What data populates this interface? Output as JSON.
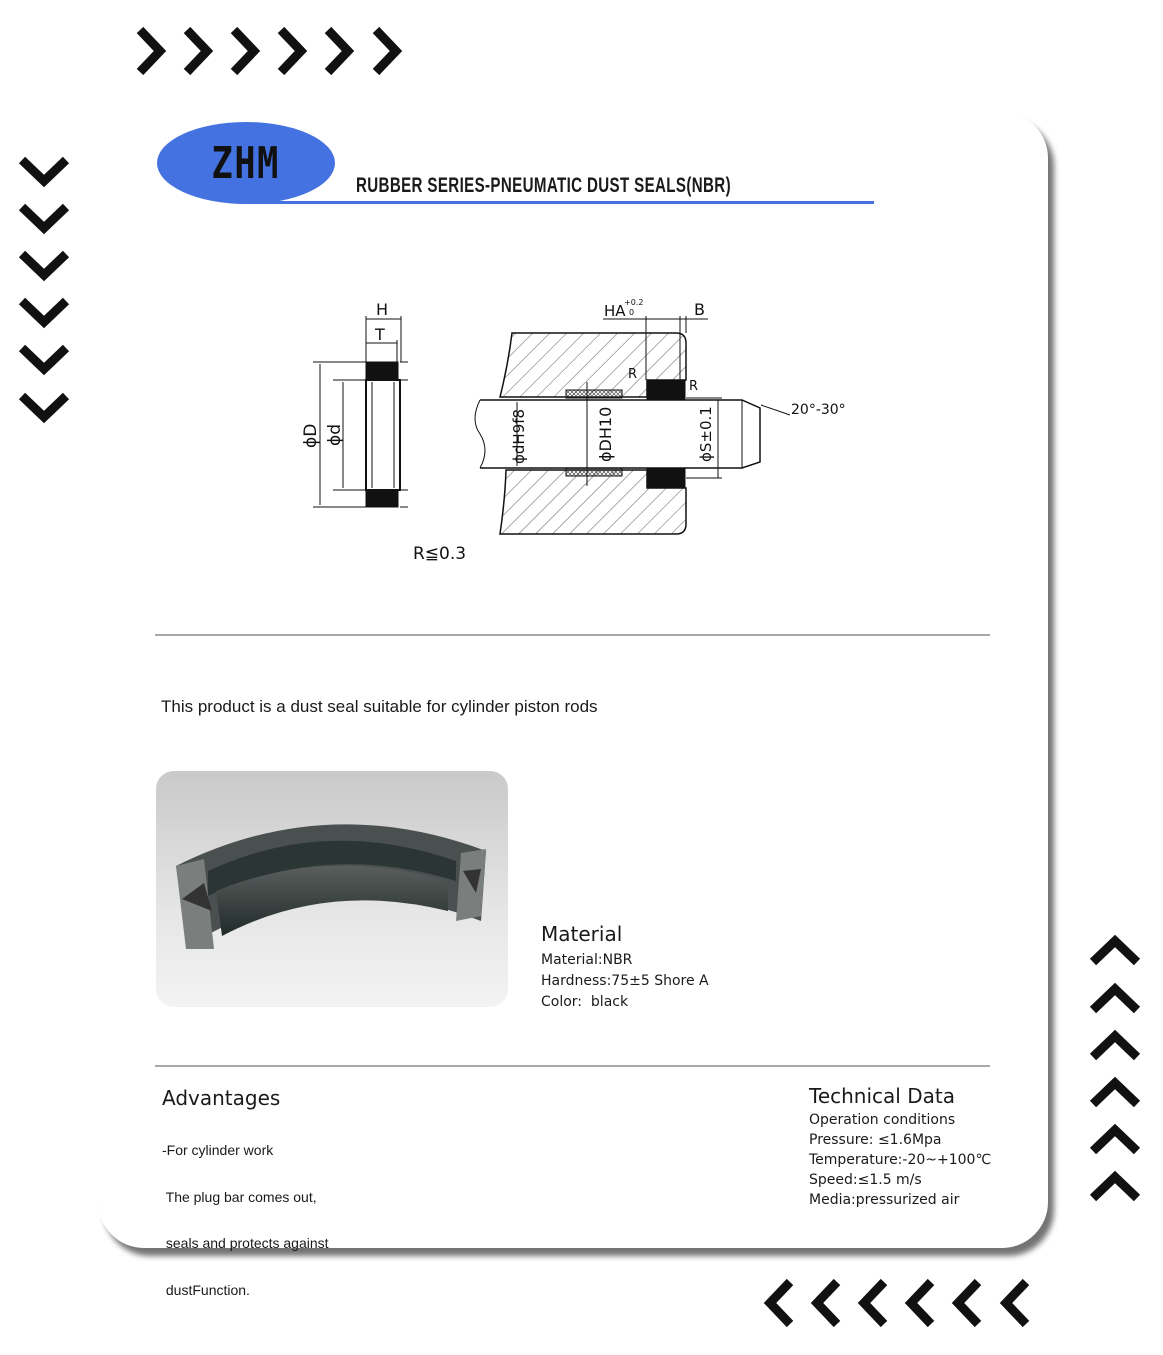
{
  "header": {
    "logo_text": "ZHM",
    "title": "RUBBER SERIES-PNEUMATIC DUST SEALS(NBR)",
    "accent_color": "#4472e0"
  },
  "drawing": {
    "label_H": "H",
    "label_T": "T",
    "label_D": "ϕD",
    "label_d": "ϕd",
    "label_HA": "HA",
    "label_HA_tol_upper": "+0.2",
    "label_HA_tol_lower": "0",
    "label_B": "B",
    "label_R1": "R",
    "label_R2": "R",
    "label_angle": "20°-30°",
    "label_dH9f8": "ϕdH9f8",
    "label_DH10": "ϕDH10",
    "label_S": "ϕS±0.1",
    "label_radius": "R≦0.3"
  },
  "description": "This product is a dust seal suitable for cylinder piston rods",
  "material": {
    "heading": "Material",
    "lines": [
      "Material:NBR",
      "Hardness:75±5 Shore A",
      "Color:  black"
    ]
  },
  "advantages": {
    "heading": "Advantages",
    "lines": [
      "-For cylinder work",
      " The plug bar comes out,",
      " seals and protects against",
      " dustFunction."
    ]
  },
  "technical": {
    "heading": "Technical Data",
    "lines": [
      "Operation conditions",
      "Pressure: ≤1.6Mpa",
      "Temperature:-20~+100℃",
      "Speed:≤1.5 m/s",
      "Media:pressurized air"
    ]
  },
  "decorations": {
    "top_chevrons": "chevron-right-icon",
    "left_chevrons": "chevron-down-icon",
    "right_chevrons": "chevron-up-icon",
    "bottom_chevrons": "chevron-left-icon"
  }
}
